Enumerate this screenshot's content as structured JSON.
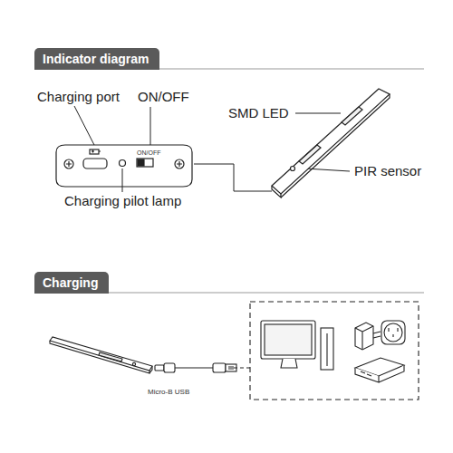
{
  "diagram": {
    "nodes": [
      {
        "text": [
          "Indicator diagram"
        ]
      },
      {
        "text": [
          "Charging"
        ]
      }
    ],
    "labels": [
      "Charging port",
      "ON/OFF",
      "ON/OFF",
      "Charging pilot lamp",
      "SMD LED",
      "PIR sensor",
      "Micro-B USB"
    ]
  }
}
